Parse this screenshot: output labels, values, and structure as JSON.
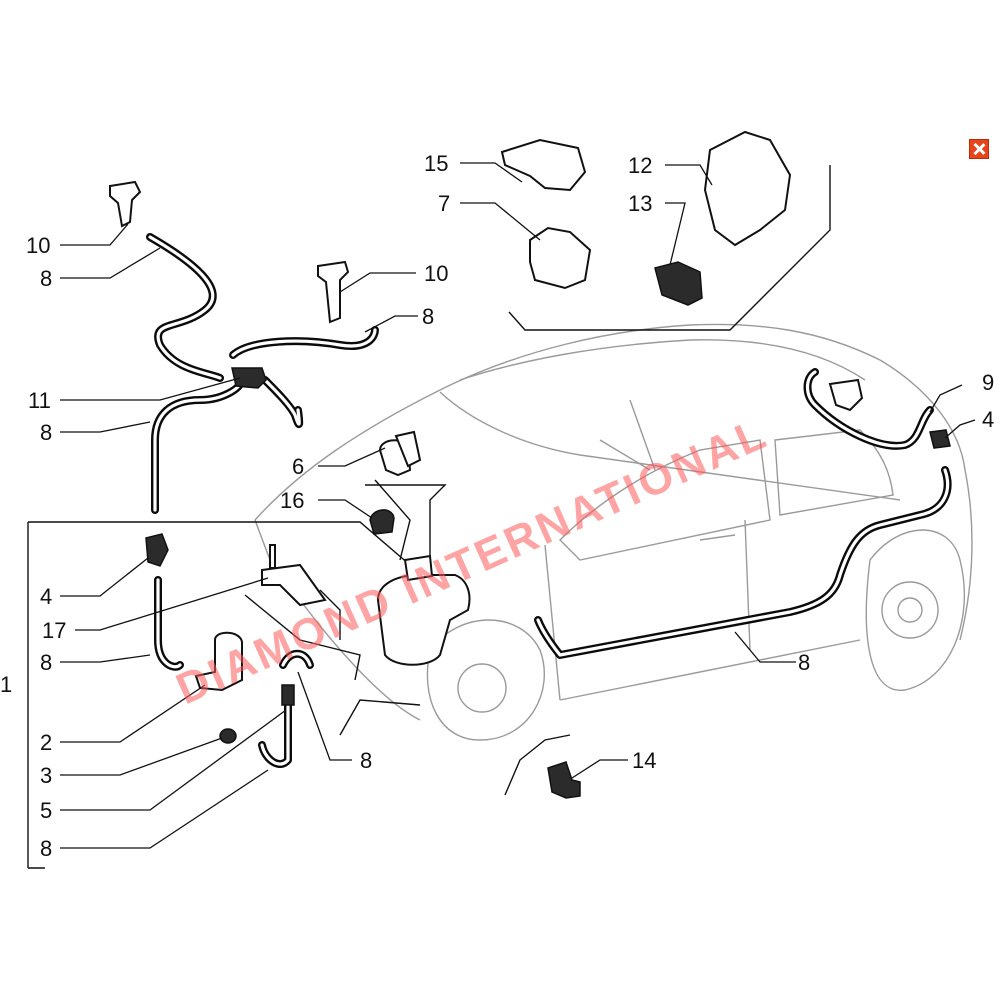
{
  "diagram": {
    "callouts": {
      "c1": "1",
      "c2": "2",
      "c3": "3",
      "c4a": "4",
      "c4b": "4",
      "c5": "5",
      "c6": "6",
      "c7": "7",
      "c8a": "8",
      "c8b": "8",
      "c8c": "8",
      "c8d": "8",
      "c8e": "8",
      "c8f": "8",
      "c8g": "8",
      "c9": "9",
      "c10a": "10",
      "c10b": "10",
      "c11": "11",
      "c12": "12",
      "c13": "13",
      "c14": "14",
      "c15": "15",
      "c16": "16",
      "c17": "17"
    },
    "watermark": "DIAMOND INTERNATIONAL",
    "close_icon": "close-icon"
  },
  "colors": {
    "ink": "#111111",
    "watermark": "#ff5a5a",
    "close_button": "#e8441b"
  }
}
